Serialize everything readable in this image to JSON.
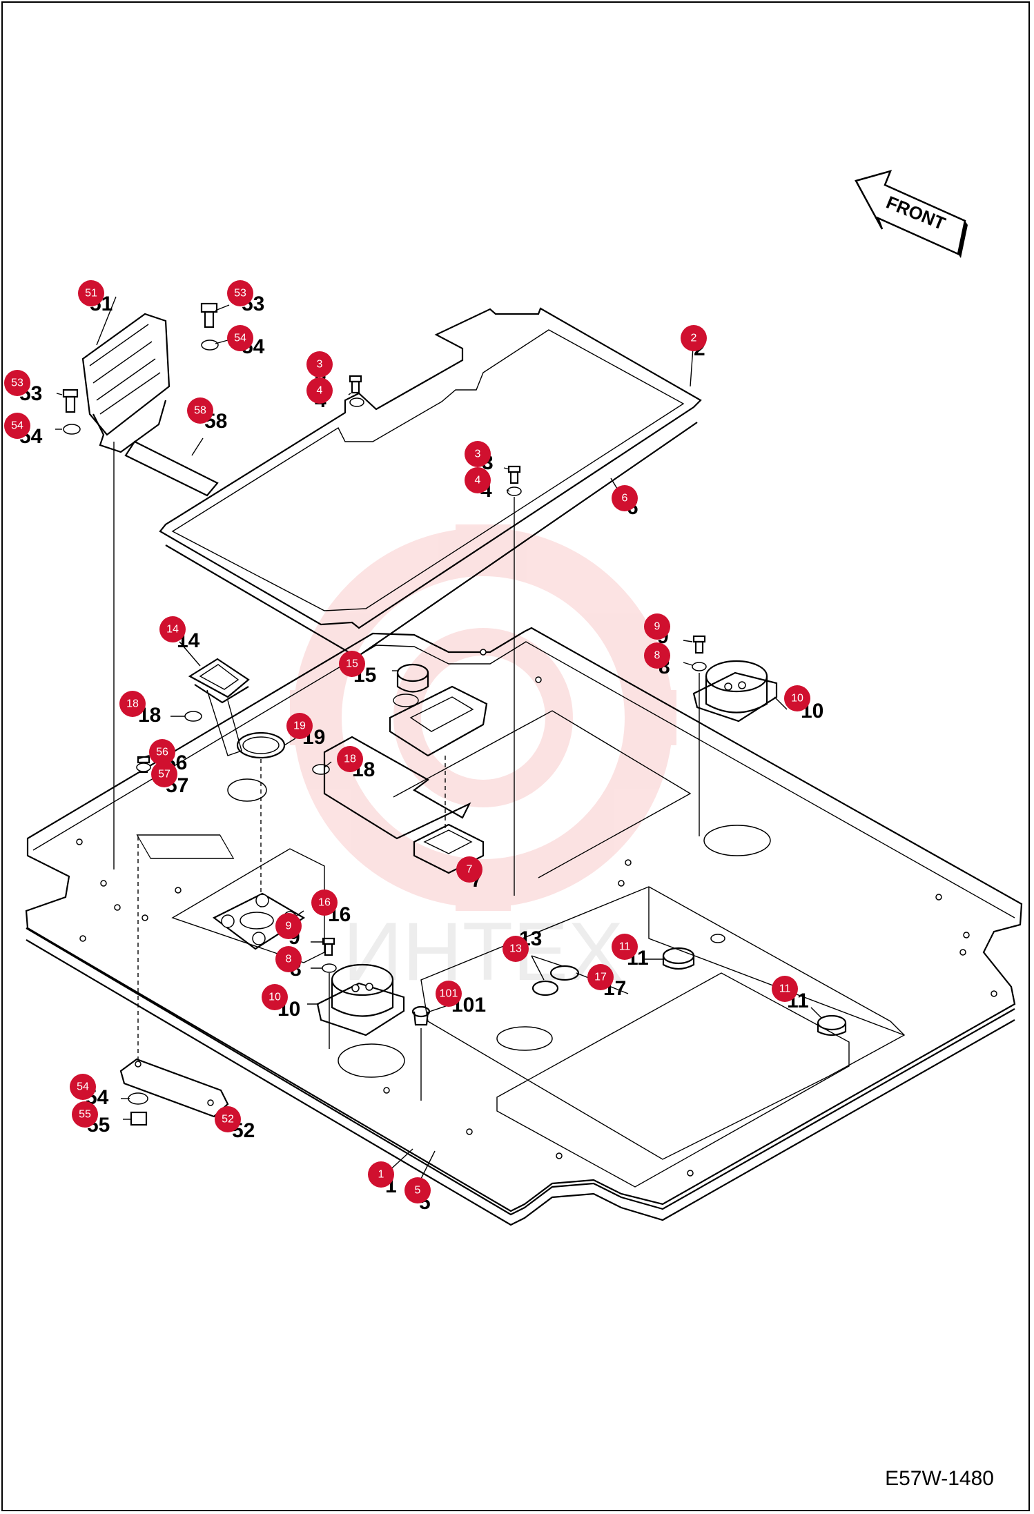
{
  "drawing_code": "E57W-1480",
  "direction_label": "FRONT",
  "colors": {
    "badge": "#d0102f",
    "watermark": "#e83a3a",
    "line": "#000000"
  },
  "watermark_text": "ИНТЕХ",
  "callouts": [
    {
      "id": "c51a",
      "num": "51"
    },
    {
      "id": "c53a",
      "num": "53"
    },
    {
      "id": "c54a",
      "num": "54"
    },
    {
      "id": "c53b",
      "num": "53"
    },
    {
      "id": "c54b",
      "num": "54"
    },
    {
      "id": "c58",
      "num": "58"
    },
    {
      "id": "c3a",
      "num": "3"
    },
    {
      "id": "c4a",
      "num": "4"
    },
    {
      "id": "c2",
      "num": "2"
    },
    {
      "id": "c3b",
      "num": "3"
    },
    {
      "id": "c4b",
      "num": "4"
    },
    {
      "id": "c6",
      "num": "6"
    },
    {
      "id": "c14",
      "num": "14"
    },
    {
      "id": "c15",
      "num": "15"
    },
    {
      "id": "c9a",
      "num": "9"
    },
    {
      "id": "c8a",
      "num": "8"
    },
    {
      "id": "c10a",
      "num": "10"
    },
    {
      "id": "c18a",
      "num": "18"
    },
    {
      "id": "c56",
      "num": "56"
    },
    {
      "id": "c19",
      "num": "19"
    },
    {
      "id": "c57",
      "num": "57"
    },
    {
      "id": "c18b",
      "num": "18"
    },
    {
      "id": "c7",
      "num": "7"
    },
    {
      "id": "c16",
      "num": "16"
    },
    {
      "id": "c9b",
      "num": "9"
    },
    {
      "id": "c8b",
      "num": "8"
    },
    {
      "id": "c13",
      "num": "13"
    },
    {
      "id": "c11a",
      "num": "11"
    },
    {
      "id": "c17",
      "num": "17"
    },
    {
      "id": "c11b",
      "num": "11"
    },
    {
      "id": "c10b",
      "num": "10"
    },
    {
      "id": "c101",
      "num": "101"
    },
    {
      "id": "c54c",
      "num": "54"
    },
    {
      "id": "c55",
      "num": "55"
    },
    {
      "id": "c52",
      "num": "52"
    },
    {
      "id": "c1",
      "num": "1"
    },
    {
      "id": "c5",
      "num": "5"
    }
  ]
}
